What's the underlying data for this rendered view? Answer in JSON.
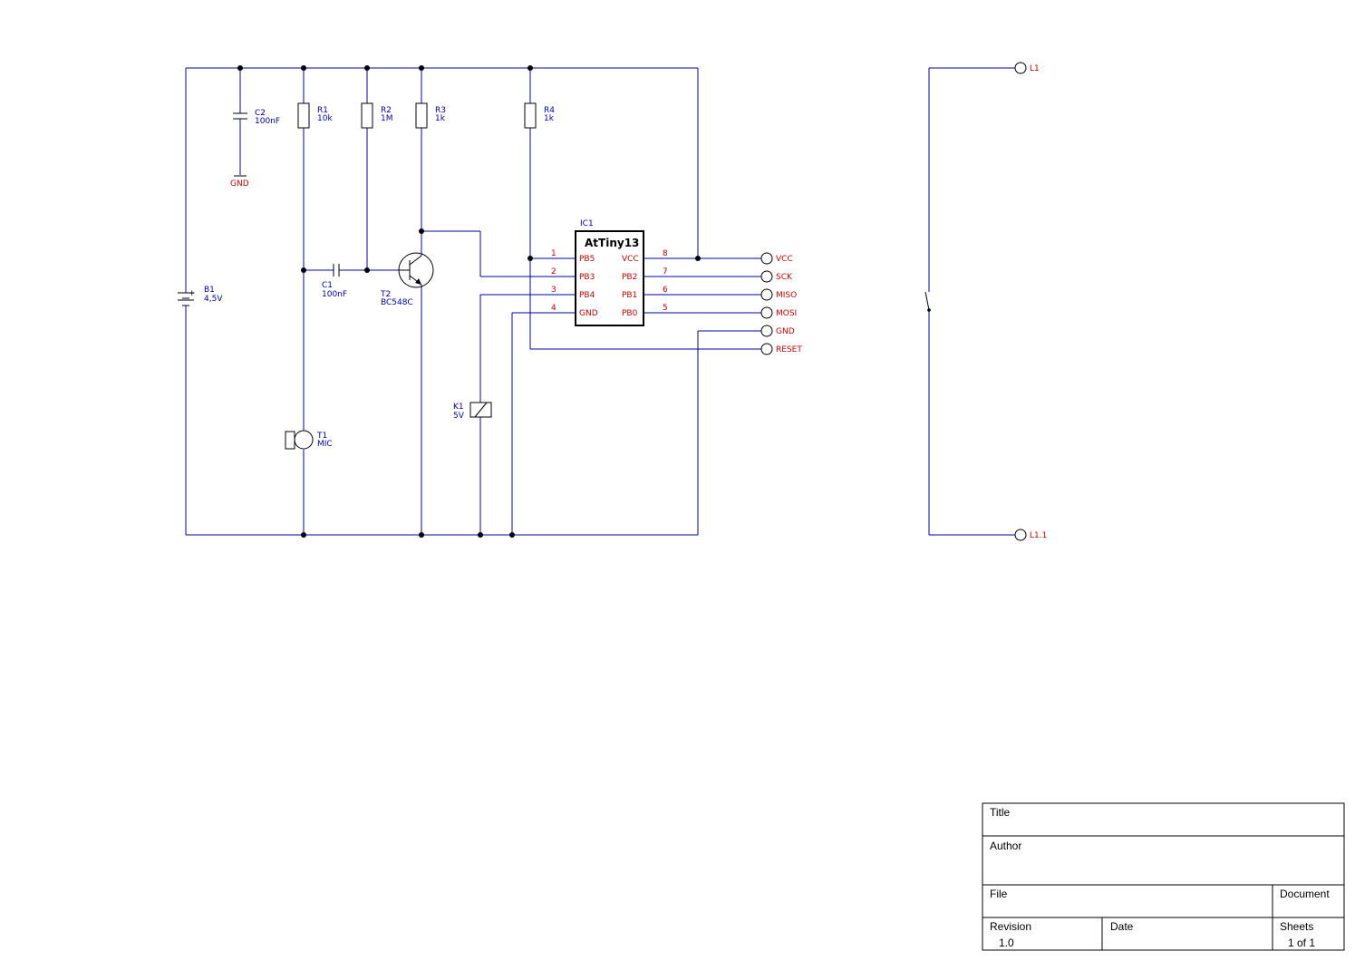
{
  "components": {
    "c2": {
      "ref": "C2",
      "value": "100nF"
    },
    "r1": {
      "ref": "R1",
      "value": "10k"
    },
    "r2": {
      "ref": "R2",
      "value": "1M"
    },
    "r3": {
      "ref": "R3",
      "value": "1k"
    },
    "r4": {
      "ref": "R4",
      "value": "1k"
    },
    "c1": {
      "ref": "C1",
      "value": "100nF"
    },
    "t2": {
      "ref": "T2",
      "value": "BC548C"
    },
    "b1": {
      "ref": "B1",
      "value": "4,5V",
      "plus": "+"
    },
    "k1": {
      "ref": "K1",
      "value": "5V"
    },
    "t1": {
      "ref": "T1",
      "value": "MIC"
    },
    "gnd_symbol": "GND"
  },
  "ic1": {
    "ref": "IC1",
    "name": "AtTiny13",
    "left_pins": [
      {
        "num": "1",
        "name": "PB5"
      },
      {
        "num": "2",
        "name": "PB3"
      },
      {
        "num": "3",
        "name": "PB4"
      },
      {
        "num": "4",
        "name": "GND"
      }
    ],
    "right_pins": [
      {
        "num": "8",
        "name": "VCC"
      },
      {
        "num": "7",
        "name": "PB2"
      },
      {
        "num": "6",
        "name": "PB1"
      },
      {
        "num": "5",
        "name": "PB0"
      }
    ]
  },
  "connectors": [
    "VCC",
    "SCK",
    "MISO",
    "MOSI",
    "GND",
    "RESET"
  ],
  "switch_terminals": {
    "top": "L1",
    "bottom": "L1.1"
  },
  "title_block": {
    "title_label": "Title",
    "author_label": "Author",
    "file_label": "File",
    "document_label": "Document",
    "revision_label": "Revision",
    "revision_value": "1.0",
    "date_label": "Date",
    "sheets_label": "Sheets",
    "sheets_value": "1 of 1"
  },
  "colors": {
    "wire": "#0000aa",
    "label": "#0000aa",
    "pin_label": "#cc0000",
    "component": "#000000"
  }
}
